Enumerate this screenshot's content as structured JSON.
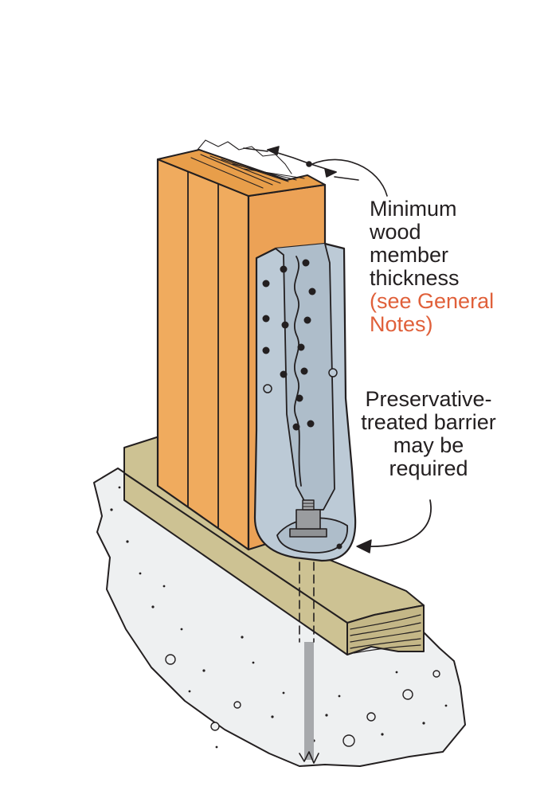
{
  "labels": {
    "minimum_thickness": [
      "Minimum",
      "wood",
      "member",
      "thickness"
    ],
    "see_notes": [
      "(see General",
      "Notes)"
    ],
    "preservative": [
      "Preservative-",
      "treated barrier",
      "may be",
      "required"
    ]
  },
  "colors": {
    "post": "#f0ab5e",
    "post_end": "#e89e4a",
    "sill": "#cdc293",
    "bracket": "#bccad6",
    "concrete": "#eef0f1",
    "note": "#e0603a",
    "ink": "#231f20"
  }
}
